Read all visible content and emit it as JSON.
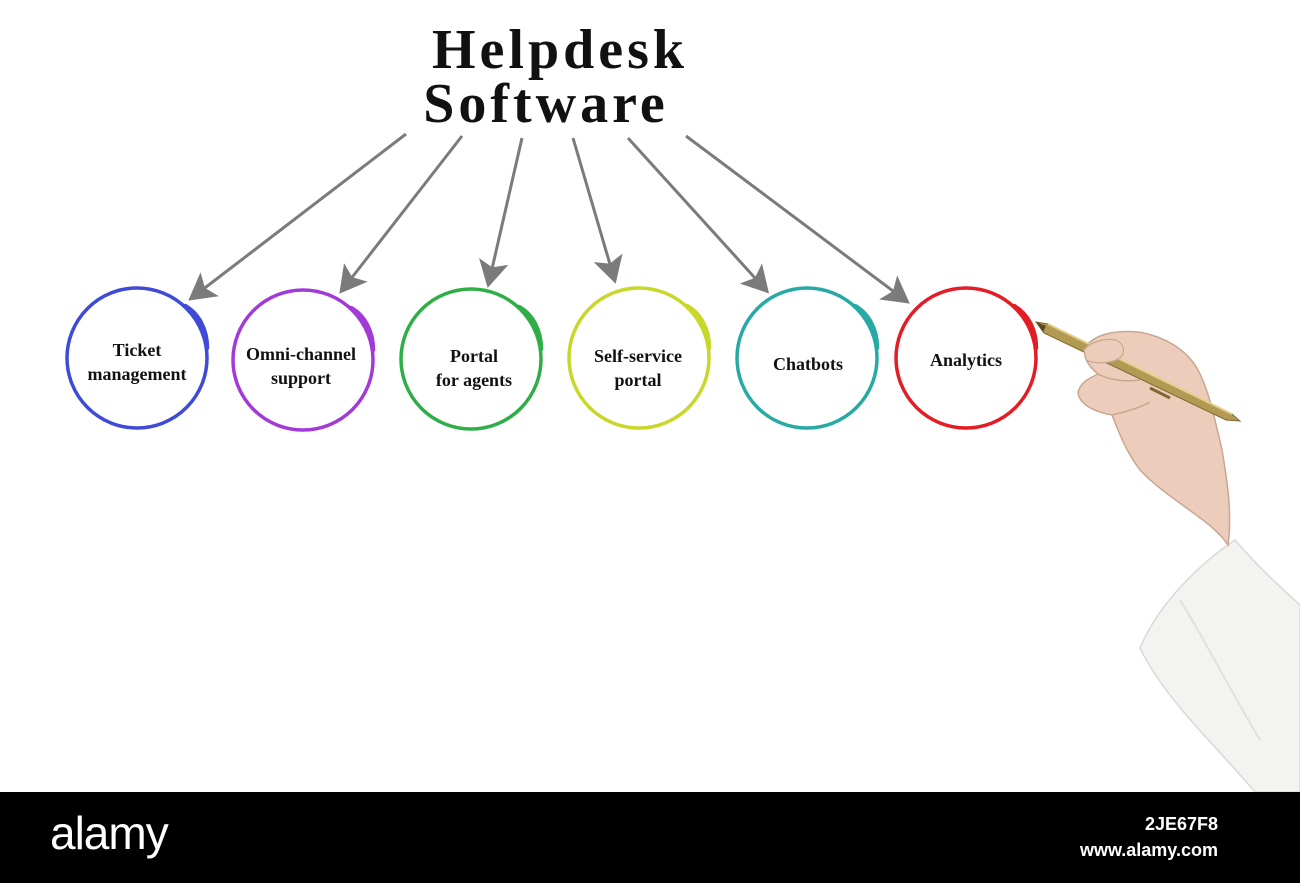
{
  "title": {
    "line1": "Helpdesk",
    "line2": "Software"
  },
  "nodes": [
    {
      "label_line1": "Ticket",
      "label_line2": "management",
      "color": "#3f4ad6"
    },
    {
      "label_line1": "Omni-channel",
      "label_line2": "support",
      "color": "#a23ad8"
    },
    {
      "label_line1": "Portal",
      "label_line2": "for agents",
      "color": "#2fae48"
    },
    {
      "label_line1": "Self-service",
      "label_line2": "portal",
      "color": "#c9d62a"
    },
    {
      "label_line1": "Chatbots",
      "label_line2": "",
      "color": "#27aaa6"
    },
    {
      "label_line1": "Analytics",
      "label_line2": "",
      "color": "#e21d25"
    }
  ],
  "arrow_color": "#7b7b7b",
  "watermark": {
    "brand": "alamy",
    "image_id": "2JE67F8",
    "site": "www.alamy.com"
  }
}
